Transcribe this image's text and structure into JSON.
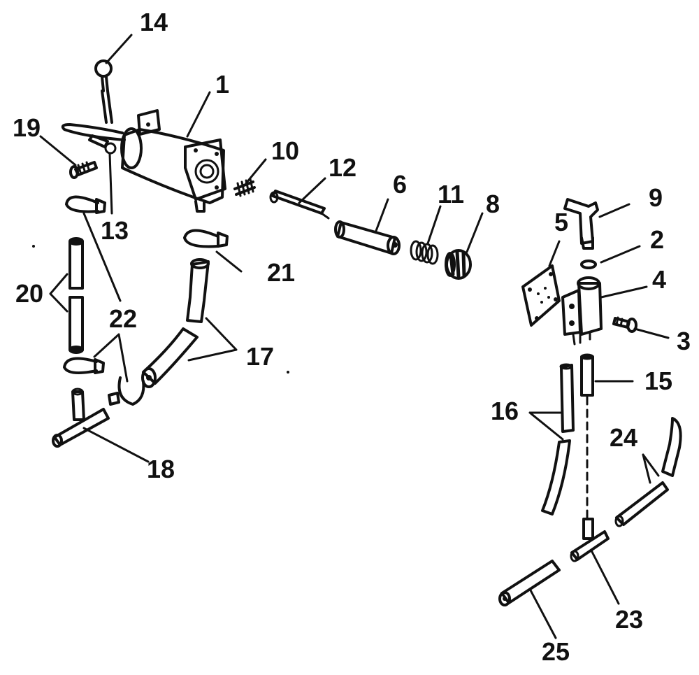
{
  "callouts": [
    {
      "id": "c1",
      "text": "1"
    },
    {
      "id": "c2",
      "text": "2"
    },
    {
      "id": "c3",
      "text": "3"
    },
    {
      "id": "c4",
      "text": "4"
    },
    {
      "id": "c5",
      "text": "5"
    },
    {
      "id": "c6",
      "text": "6"
    },
    {
      "id": "c8",
      "text": "8"
    },
    {
      "id": "c9",
      "text": "9"
    },
    {
      "id": "c10",
      "text": "10"
    },
    {
      "id": "c11",
      "text": "11"
    },
    {
      "id": "c12",
      "text": "12"
    },
    {
      "id": "c13",
      "text": "13"
    },
    {
      "id": "c14",
      "text": "14"
    },
    {
      "id": "c15",
      "text": "15"
    },
    {
      "id": "c16",
      "text": "16"
    },
    {
      "id": "c17",
      "text": "17"
    },
    {
      "id": "c18",
      "text": "18"
    },
    {
      "id": "c19",
      "text": "19"
    },
    {
      "id": "c20",
      "text": "20"
    },
    {
      "id": "c21",
      "text": "21"
    },
    {
      "id": "c22",
      "text": "22"
    },
    {
      "id": "c23",
      "text": "23"
    },
    {
      "id": "c24",
      "text": "24"
    },
    {
      "id": "c25",
      "text": "25"
    }
  ],
  "colors": {
    "ink": "#111111",
    "paper": "#ffffff"
  }
}
